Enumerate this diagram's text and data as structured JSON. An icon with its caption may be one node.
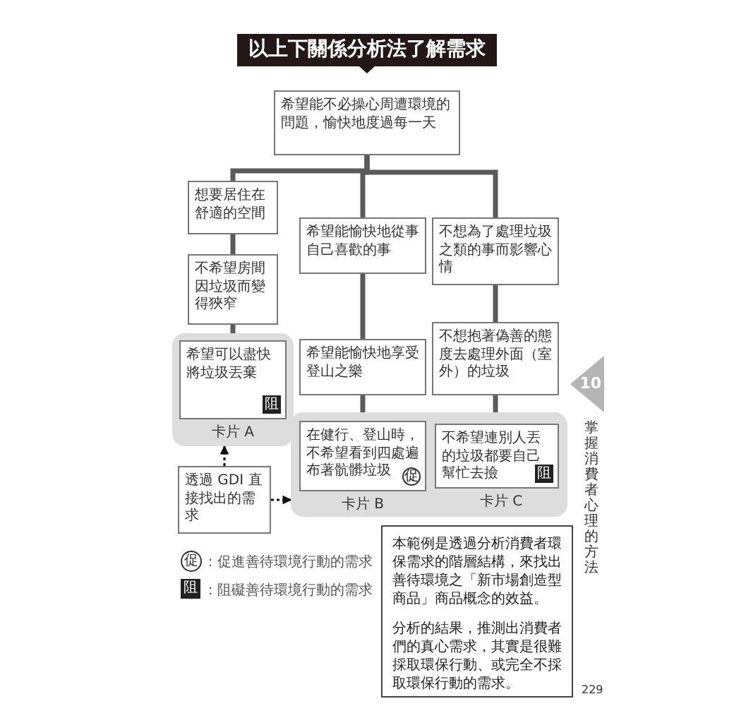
{
  "diagram": {
    "title": "以上下關係分析法了解需求",
    "nodes": [
      {
        "text": [
          "希望能不必操心周遭環境的問題，愉快地度過每一天"
        ]
      },
      {
        "text": [
          "想要居住在舒適的空間"
        ]
      },
      {
        "text": [
          "不希望房間因垃圾而變得狹窄"
        ]
      },
      {
        "text": [
          "卡片 A"
        ]
      },
      {
        "text": [
          "希望可以盡快將垃圾丟棄",
          "阻"
        ],
        "in": 3
      },
      {
        "text": [
          "希望能愉快地從事自己喜歡的事"
        ]
      },
      {
        "text": [
          "希望能愉快地享受登山之樂"
        ]
      },
      {
        "text": [
          "不想為了處理垃圾之類的事而影響心情"
        ]
      },
      {
        "text": [
          "不想抱著偽善的態度去處理外面（室外）的垃圾"
        ]
      },
      {
        "text": [
          "透過 GDI 直接找出的需求"
        ]
      },
      {
        "text": [
          "卡片 B",
          "卡片 C"
        ]
      },
      {
        "text": [
          "在健行、登山時，不希望看到四處遍布著骯髒垃圾",
          "促"
        ],
        "in": 10
      },
      {
        "text": [
          "不希望連別人丟的垃圾都要自己幫忙去撿",
          "阻"
        ],
        "in": 10
      },
      {
        "text": [
          "本範例是透過分析消費者環保需求的階層結構，來找出善待環境之「新市場創造型商品」商品概念的效益。",
          "分析的結果，推測出消費者們的真心需求，其實是很難採取環保行動、或完全不採取環保行動的需求。"
        ]
      }
    ],
    "edges": [
      {
        "from": 0,
        "to": 1,
        "arrow": "none"
      },
      {
        "from": 0,
        "to": 5,
        "arrow": "none"
      },
      {
        "from": 0,
        "to": 7,
        "arrow": "none"
      },
      {
        "from": 1,
        "to": 2,
        "arrow": "none"
      },
      {
        "from": 2,
        "to": 4,
        "arrow": "none"
      },
      {
        "from": 5,
        "to": 6,
        "arrow": "none"
      },
      {
        "from": 6,
        "to": 11,
        "arrow": "none"
      },
      {
        "from": 7,
        "to": 8,
        "arrow": "none"
      },
      {
        "from": 8,
        "to": 12,
        "arrow": "none"
      },
      {
        "from": 9,
        "to": 3,
        "arrow": "to",
        "style": "dashed"
      },
      {
        "from": 9,
        "to": 10,
        "arrow": "to",
        "style": "dashed"
      }
    ],
    "labels": [
      "促",
      "：促進善待環境行動的需求",
      "阻",
      "：阻礙善待環境行動的需求",
      "10",
      "掌握消費者心理的方法",
      "229"
    ]
  }
}
